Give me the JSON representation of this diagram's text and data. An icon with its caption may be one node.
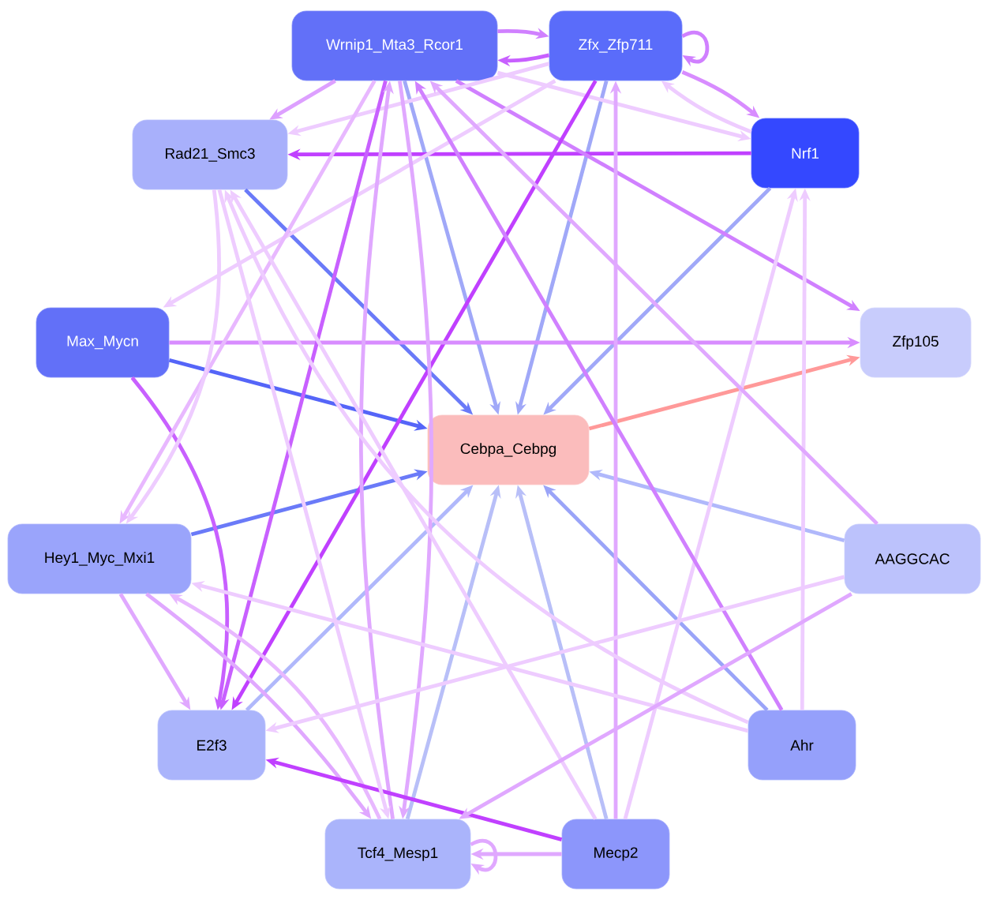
{
  "diagram": {
    "nodes": [
      {
        "text": [
          "Wrnip1_Mta3_Rcor1"
        ]
      },
      {
        "text": [
          "Zfx_Zfp711"
        ]
      },
      {
        "text": [
          "Rad21_Smc3"
        ]
      },
      {
        "text": [
          "Nrf1"
        ]
      },
      {
        "text": [
          "Max_Mycn"
        ]
      },
      {
        "text": [
          "Zfp105"
        ]
      },
      {
        "text": [
          "Cebpa_Cebpg"
        ]
      },
      {
        "text": [
          "Hey1_Myc_Mxi1"
        ]
      },
      {
        "text": [
          "AAGGCAC"
        ]
      },
      {
        "text": [
          "E2f3"
        ]
      },
      {
        "text": [
          "Ahr"
        ]
      },
      {
        "text": [
          "Tcf4_Mesp1"
        ]
      },
      {
        "text": [
          "Mecp2"
        ]
      }
    ],
    "edges": [
      {
        "from": 2,
        "to": 6,
        "arrow": "to",
        "color": "#6a7af8"
      },
      {
        "from": 0,
        "to": 6,
        "arrow": "to",
        "color": "#a0a8f8"
      },
      {
        "from": 1,
        "to": 6,
        "arrow": "to",
        "color": "#a0a8f8"
      },
      {
        "from": 3,
        "to": 6,
        "arrow": "to",
        "color": "#a0a8f8"
      },
      {
        "from": 4,
        "to": 6,
        "arrow": "to",
        "color": "#5565f8"
      },
      {
        "from": 7,
        "to": 6,
        "arrow": "to",
        "color": "#6a7af8"
      },
      {
        "from": 9,
        "to": 6,
        "arrow": "to",
        "color": "#b0b8fb"
      },
      {
        "from": 11,
        "to": 6,
        "arrow": "to",
        "color": "#b8bff8"
      },
      {
        "from": 12,
        "to": 6,
        "arrow": "to",
        "color": "#b8bff8"
      },
      {
        "from": 10,
        "to": 6,
        "arrow": "to",
        "color": "#9aa4f8"
      },
      {
        "from": 8,
        "to": 6,
        "arrow": "to",
        "color": "#b0b8fb"
      },
      {
        "from": 6,
        "to": 5,
        "arrow": "to",
        "color": "#ff9999"
      },
      {
        "from": 3,
        "to": 2,
        "arrow": "to",
        "color": "#c040ff"
      },
      {
        "from": 0,
        "to": 1,
        "arrow": "to",
        "color": "#d080ff"
      },
      {
        "from": 1,
        "to": 0,
        "arrow": "to",
        "color": "#c860ff"
      },
      {
        "from": 1,
        "to": 1,
        "arrow": "to",
        "color": "#d080ff"
      },
      {
        "from": 1,
        "to": 3,
        "arrow": "to",
        "color": "#d88cff"
      },
      {
        "from": 3,
        "to": 1,
        "arrow": "to",
        "color": "#eeccff"
      },
      {
        "from": 0,
        "to": 3,
        "arrow": "to",
        "color": "#eeccff"
      },
      {
        "from": 0,
        "to": 5,
        "arrow": "to",
        "color": "#d080ff"
      },
      {
        "from": 0,
        "to": 2,
        "arrow": "to",
        "color": "#dda0ff"
      },
      {
        "from": 1,
        "to": 2,
        "arrow": "to",
        "color": "#eeccff"
      },
      {
        "from": 1,
        "to": 4,
        "arrow": "to",
        "color": "#eeccff"
      },
      {
        "from": 1,
        "to": 9,
        "arrow": "to",
        "color": "#c040ff"
      },
      {
        "from": 4,
        "to": 5,
        "arrow": "to",
        "color": "#d88cff"
      },
      {
        "from": 4,
        "to": 9,
        "arrow": "to",
        "color": "#c860ff"
      },
      {
        "from": 0,
        "to": 9,
        "arrow": "to",
        "color": "#c860ff"
      },
      {
        "from": 0,
        "to": 11,
        "arrow": "to",
        "color": "#e0a8ff"
      },
      {
        "from": 11,
        "to": 0,
        "arrow": "to",
        "color": "#e0a8ff"
      },
      {
        "from": 0,
        "to": 7,
        "arrow": "to",
        "color": "#e8b8ff"
      },
      {
        "from": 7,
        "to": 9,
        "arrow": "to",
        "color": "#e0a8ff"
      },
      {
        "from": 7,
        "to": 11,
        "arrow": "to",
        "color": "#e0a8ff"
      },
      {
        "from": 11,
        "to": 7,
        "arrow": "to",
        "color": "#e8b8ff"
      },
      {
        "from": 11,
        "to": 11,
        "arrow": "to",
        "color": "#e0a8ff"
      },
      {
        "from": 12,
        "to": 9,
        "arrow": "to",
        "color": "#c040ff"
      },
      {
        "from": 12,
        "to": 11,
        "arrow": "to",
        "color": "#e0a8ff"
      },
      {
        "from": 12,
        "to": 2,
        "arrow": "to",
        "color": "#eeccff"
      },
      {
        "from": 12,
        "to": 3,
        "arrow": "to",
        "color": "#eeccff"
      },
      {
        "from": 12,
        "to": 1,
        "arrow": "to",
        "color": "#e0a8ff"
      },
      {
        "from": 10,
        "to": 3,
        "arrow": "to",
        "color": "#eeccff"
      },
      {
        "from": 10,
        "to": 0,
        "arrow": "to",
        "color": "#d080ff"
      },
      {
        "from": 10,
        "to": 7,
        "arrow": "to",
        "color": "#eeccff"
      },
      {
        "from": 10,
        "to": 2,
        "arrow": "to",
        "color": "#eeccff"
      },
      {
        "from": 8,
        "to": 9,
        "arrow": "to",
        "color": "#eeccff"
      },
      {
        "from": 8,
        "to": 11,
        "arrow": "to",
        "color": "#e0a8ff"
      },
      {
        "from": 8,
        "to": 0,
        "arrow": "to",
        "color": "#e0a8ff"
      },
      {
        "from": 2,
        "to": 11,
        "arrow": "to",
        "color": "#eeccff"
      },
      {
        "from": 2,
        "to": 7,
        "arrow": "to",
        "color": "#eeccff"
      }
    ]
  }
}
